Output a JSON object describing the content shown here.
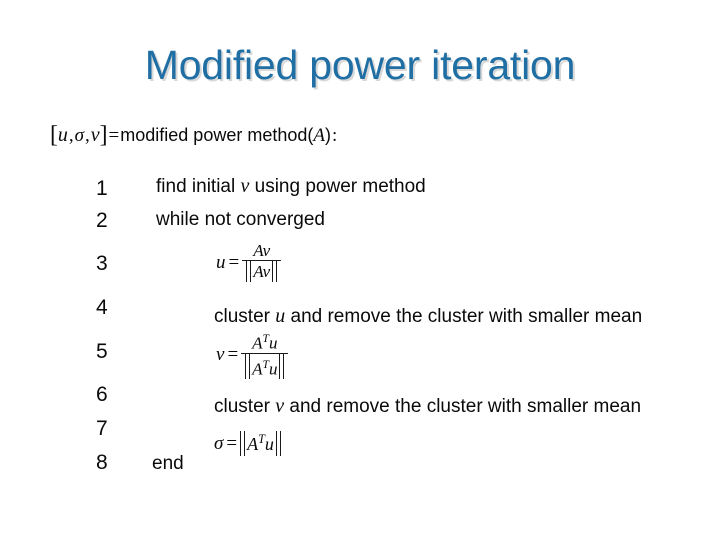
{
  "slide": {
    "title": "Modified power iteration",
    "title_color": "#1f6fa5",
    "background_color": "#ffffff",
    "shadow_color": "#d8d8d8"
  },
  "signature": {
    "open_bracket": "[",
    "var_u": "u",
    "comma1": ",",
    "var_sigma": "σ",
    "comma2": ",",
    "var_v": "v",
    "close_bracket": "]",
    "equals": "=",
    "name": "modified power method",
    "paren_open": "(",
    "arg": "A",
    "paren_close": ")",
    "colon": ":",
    "full_text": "[u, σ, v] = modified power method(A) :"
  },
  "algorithm": {
    "line_numbers": [
      "1",
      "2",
      "3",
      "4",
      "5",
      "6",
      "7",
      "8"
    ],
    "lines": [
      {
        "number": "1",
        "kind": "text",
        "prefix": "find initial ",
        "variable": "v",
        "suffix": " using power method",
        "full_text": "find initial v using power method"
      },
      {
        "number": "2",
        "kind": "text",
        "prefix": "while not converged",
        "variable": "",
        "suffix": "",
        "full_text": "while not converged"
      },
      {
        "number": "3",
        "kind": "fraction",
        "lhs": "u",
        "equals": "=",
        "numerator_mat": "A",
        "numerator_vec": "v",
        "denominator_mat": "A",
        "denominator_vec": "v",
        "transpose": "",
        "full_text": "u = Av / ||Av||"
      },
      {
        "number": "4",
        "kind": "text",
        "prefix": "cluster ",
        "variable": "u",
        "suffix": " and remove the cluster with smaller mean",
        "full_text": "cluster u and remove the cluster with smaller mean"
      },
      {
        "number": "5",
        "kind": "fraction",
        "lhs": "v",
        "equals": "=",
        "numerator_mat": "A",
        "numerator_vec": "u",
        "denominator_mat": "A",
        "denominator_vec": "u",
        "transpose": "T",
        "full_text": "v = A^T u / ||A^T u||"
      },
      {
        "number": "6",
        "kind": "text",
        "prefix": "cluster ",
        "variable": "v",
        "suffix": " and remove the cluster with smaller mean",
        "full_text": "cluster v and remove the cluster with smaller mean"
      },
      {
        "number": "7",
        "kind": "norm",
        "lhs": "σ",
        "equals": "=",
        "mat": "A",
        "transpose": "T",
        "vec": "u",
        "full_text": "σ = ||A^T u||"
      },
      {
        "number": "8",
        "kind": "text",
        "prefix": "end",
        "variable": "",
        "suffix": "",
        "full_text": "end"
      }
    ]
  }
}
